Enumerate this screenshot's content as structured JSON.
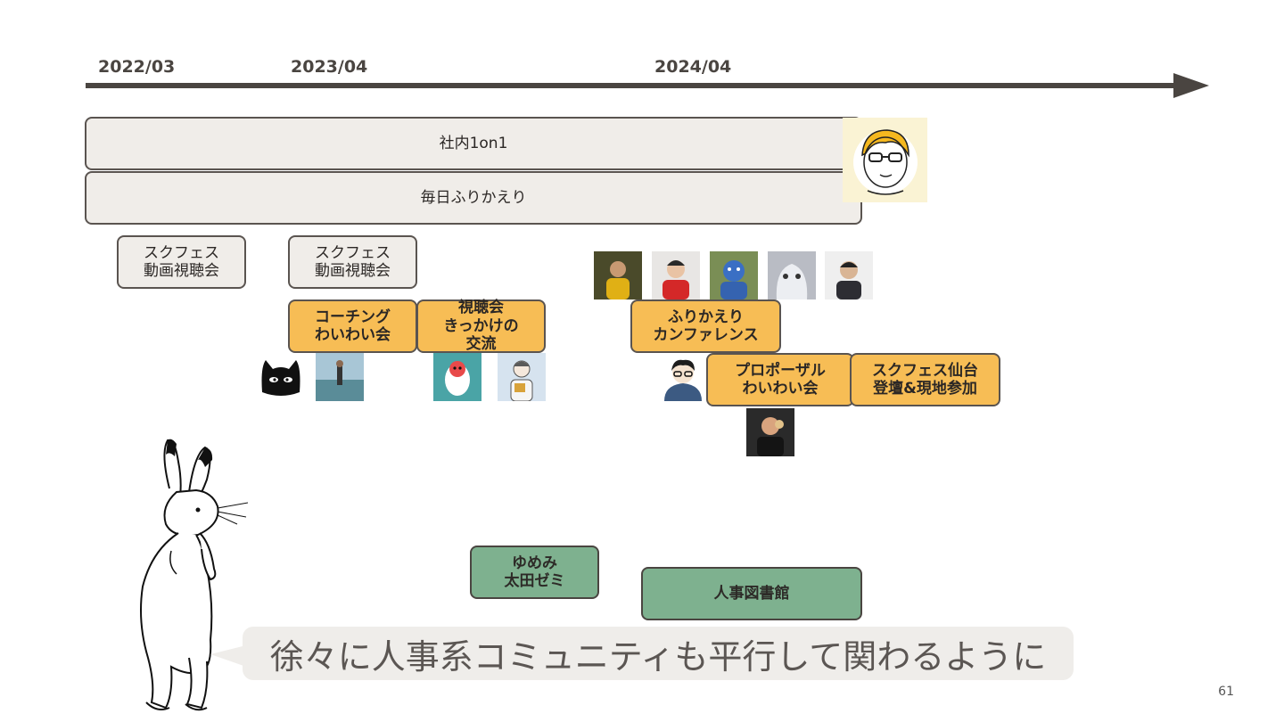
{
  "timeline": {
    "dates": [
      "2022/03",
      "2023/04",
      "2024/04"
    ]
  },
  "bars": {
    "oneonone": "社内1on1",
    "daily": "毎日ふりかえり"
  },
  "events": {
    "skufes1": "スクフェス\n動画視聴会",
    "skufes2": "スクフェス\n動画視聴会",
    "coaching": "コーチング\nわいわい会",
    "viewing": "視聴会\nきっかけの\n交流",
    "furikaeri_conf": "ふりかえり\nカンファレンス",
    "proposal": "プロポーザル\nわいわい会",
    "skufes_sendai": "スクフェス仙台\n登壇&現地参加",
    "yumemi": "ゆめみ\n太田ゼミ",
    "hr_library": "人事図書館"
  },
  "caption": "徐々に人事系コミュニティも平行して関わるように",
  "page_number": "61",
  "colors": {
    "accent_orange": "#f7bd55",
    "accent_green": "#7eb18f",
    "grey_fill": "#f0ede9",
    "timeline": "#4a4541"
  }
}
